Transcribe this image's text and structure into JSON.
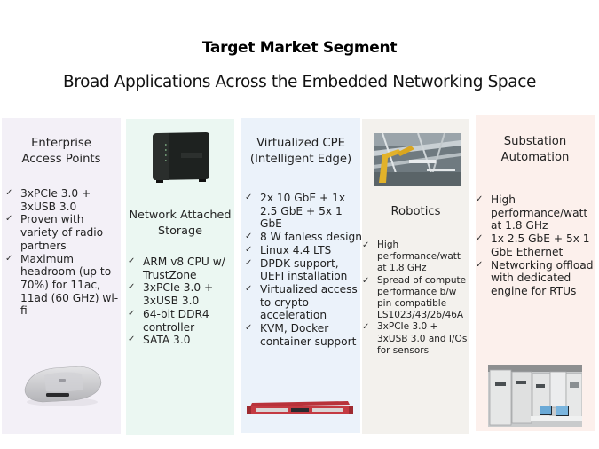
{
  "header": {
    "title": "Target Market Segment",
    "subtitle": "Broad Applications Across the Embedded Networking Space"
  },
  "panels": [
    {
      "title_line1": "Enterprise",
      "title_line2": "Access Points",
      "bg": "#f3f0f7",
      "image": "wireless-access-point-image",
      "bullets": [
        "3xPCIe 3.0 + 3xUSB 3.0",
        "Proven with variety of radio partners",
        "Maximum headroom (up to 70%) for 11ac, 11ad (60 GHz) wi-fi"
      ]
    },
    {
      "title_line1": "Network Attached",
      "title_line2": "Storage",
      "bg": "#ebf7f2",
      "image": "nas-enclosure-image",
      "bullets": [
        "ARM v8 CPU w/ TrustZone",
        "3xPCIe 3.0 + 3xUSB 3.0",
        "64-bit DDR4 controller",
        "SATA 3.0"
      ]
    },
    {
      "title_line1": "Virtualized CPE",
      "title_line2": "(Intelligent  Edge)",
      "bg": "#ebf2fa",
      "image": "rack-appliance-image",
      "bullets": [
        "2x 10 GbE + 1x 2.5 GbE + 5x 1 GbE",
        "8 W fanless design",
        "Linux 4.4 LTS",
        "DPDK support, UEFI installation",
        "Virtualized access to crypto acceleration",
        "KVM, Docker container support"
      ]
    },
    {
      "title_line1": "Robotics",
      "bg": "#f3f1ed",
      "image": "factory-robotics-image",
      "bullets": [
        "High performance/watt at 1.8 GHz",
        "Spread of compute performance b/w pin compatible LS1023/43/26/46A",
        "3xPCIe 3.0 + 3xUSB 3.0 and I/Os for sensors"
      ]
    },
    {
      "title_line1": "Substation",
      "title_line2": "Automation",
      "bg": "#fcf0ec",
      "image": "substation-control-room-image",
      "bullets": [
        "High performance/watt at 1.8 GHz",
        "1x 2.5 GbE + 5x 1 GbE Ethernet",
        "Networking offload with dedicated engine for RTUs"
      ]
    }
  ]
}
